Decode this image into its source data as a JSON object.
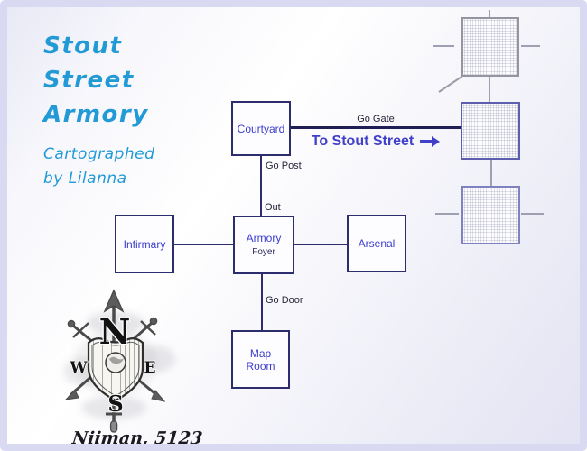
{
  "header": {
    "title_lines": [
      "Stout",
      "Street",
      "Armory"
    ],
    "subtitle_lines": [
      "Cartographed",
      "by Lilanna"
    ]
  },
  "rooms": {
    "courtyard": {
      "label": "Courtyard"
    },
    "infirmary": {
      "label": "Infirmary"
    },
    "armory_foyer": {
      "label": "Armory",
      "sublabel": "Foyer"
    },
    "arsenal": {
      "label": "Arsenal"
    },
    "map_room": {
      "label": "Map Room"
    }
  },
  "exits": {
    "gate": "Go Gate",
    "post": "Go Post",
    "out": "Out",
    "door": "Go Door"
  },
  "street": {
    "label": "To Stout Street",
    "arrow_icon": "right-arrow"
  },
  "compass": {
    "north": "N",
    "south": "S",
    "east": "E",
    "west": "W"
  },
  "signature": "Niiman, 5123",
  "colors": {
    "title_cyan": "#229ad6",
    "room_text_blue": "#3c3ccc",
    "box_border_navy": "#2d2d6e",
    "gate_line_navy": "#1f1f55",
    "exit_label_ink": "#26263a",
    "street_text_blue": "#4040c8",
    "frame_lavender": "#d9d9f1",
    "ghost_border_gray": "#95959f",
    "ghost_border_blue": "#5e5eae"
  }
}
